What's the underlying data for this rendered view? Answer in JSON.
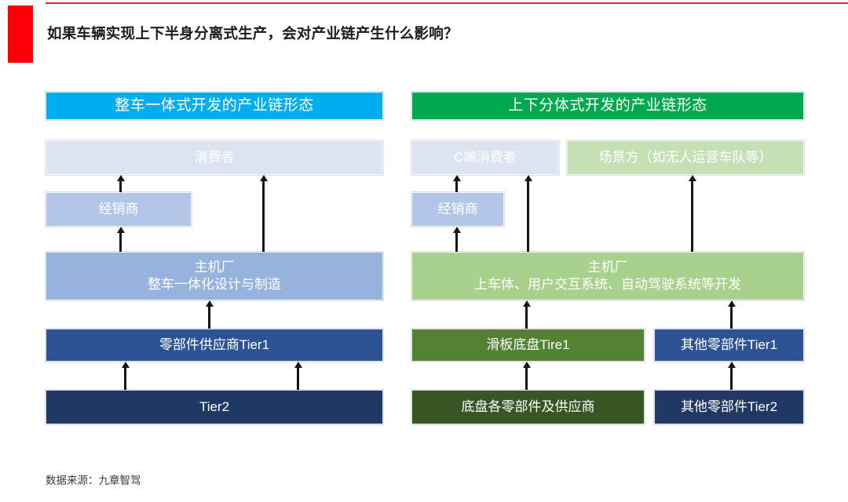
{
  "page": {
    "title": "如果车辆实现上下半身分离式生产，会对产业链产生什么影响？",
    "source_note": "数据来源：九章智驾",
    "accent_red": "#fb0007",
    "rule_red": "#e8262b"
  },
  "left_panel": {
    "header": {
      "label": "整车一体式开发的产业链形态",
      "color": "#00ADEE"
    },
    "nodes": [
      {
        "name": "consumer",
        "label": "消费者",
        "color": "#DCE3F1"
      },
      {
        "name": "dealer",
        "label": "经销商",
        "color": "#B3C6E7"
      },
      {
        "name": "oem",
        "label": "主机厂",
        "label2": "整车一体化设计与制造",
        "color": "#95B3DD"
      },
      {
        "name": "tier1",
        "label": "零部件供应商Tier1",
        "color": "#2E5395"
      },
      {
        "name": "tier2",
        "label": "Tier2",
        "color": "#1F3864"
      }
    ]
  },
  "right_panel": {
    "header": {
      "label": "上下分体式开发的产业链形态",
      "color": "#00A94F"
    },
    "nodes": [
      {
        "name": "c-consumer",
        "label": "C端消费者",
        "color": "#DCE3F1"
      },
      {
        "name": "scenario-party",
        "label": "场景方（如无人运营车队等）",
        "color": "#C5E0B4"
      },
      {
        "name": "dealer",
        "label": "经销商",
        "color": "#B3C6E7"
      },
      {
        "name": "oem",
        "label": "主机厂",
        "label2": "上车体、用户交互系统、自动驾驶系统等开发",
        "color": "#A9D18E"
      },
      {
        "name": "skateboard-tier1",
        "label": "滑板底盘Tire1",
        "color": "#548235"
      },
      {
        "name": "other-tier1",
        "label": "其他零部件Tier1",
        "color": "#2E5395"
      },
      {
        "name": "chassis-parts",
        "label": "底盘各零部件及供应商",
        "color": "#375623"
      },
      {
        "name": "other-tier2",
        "label": "其他零部件Tier2",
        "color": "#1F3864"
      }
    ]
  }
}
